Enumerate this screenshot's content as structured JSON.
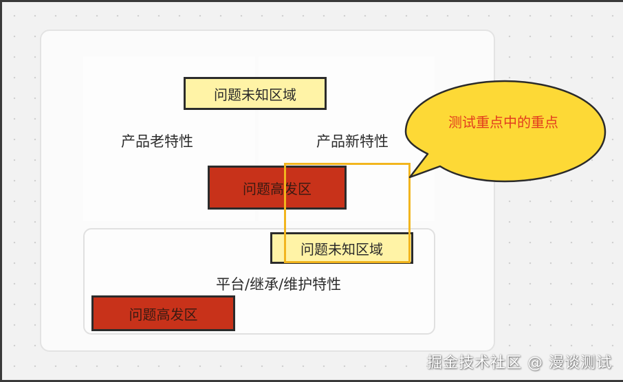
{
  "diagram": {
    "label_old_features": "产品老特性",
    "label_new_features": "产品新特性",
    "label_platform": "平台/继承/维护特性",
    "tag_unknown_top": "问题未知区域",
    "tag_high_top": "问题高发区",
    "tag_unknown_bottom": "问题未知区域",
    "tag_high_bottom": "问题高发区",
    "callout_text": "测试重点中的重点"
  },
  "colors": {
    "unknown_fill": "#fff3a6",
    "high_fill": "#c8321a",
    "highlight_border": "#f2b51e",
    "callout_fill": "#fdd936",
    "callout_text": "#e23c1e"
  },
  "watermark": "掘金技术社区 @ 漫谈测试"
}
